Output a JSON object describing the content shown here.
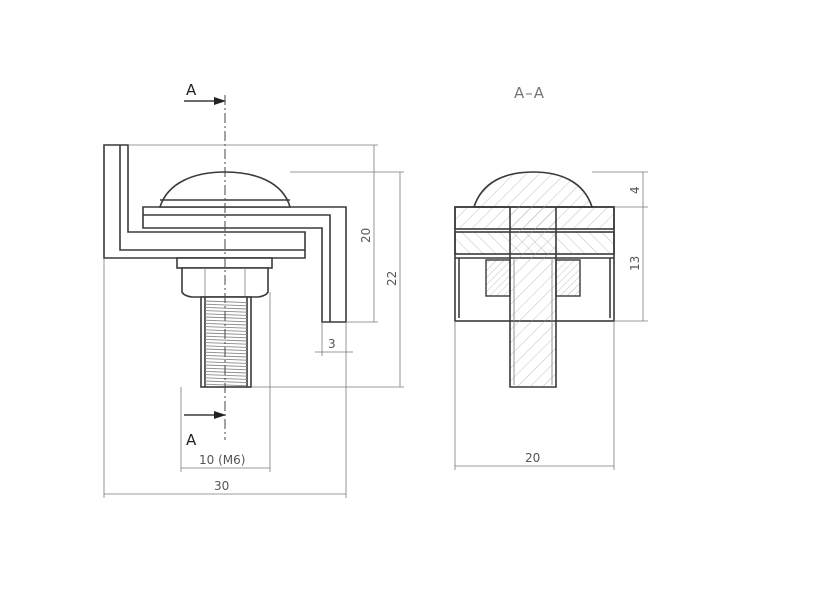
{
  "section_title": "A–A",
  "section_marks": {
    "top": "A",
    "bottom": "A"
  },
  "dimensions": {
    "thread": "10 (M6)",
    "overall_width": "30",
    "offset": "3",
    "height_20": "20",
    "height_22": "22",
    "section_width": "20",
    "section_height": "13",
    "cap_height": "4"
  },
  "colors": {
    "line": "#3a3a3a",
    "dimension": "#7a7a7a",
    "hatch": "#a8a8a8"
  }
}
